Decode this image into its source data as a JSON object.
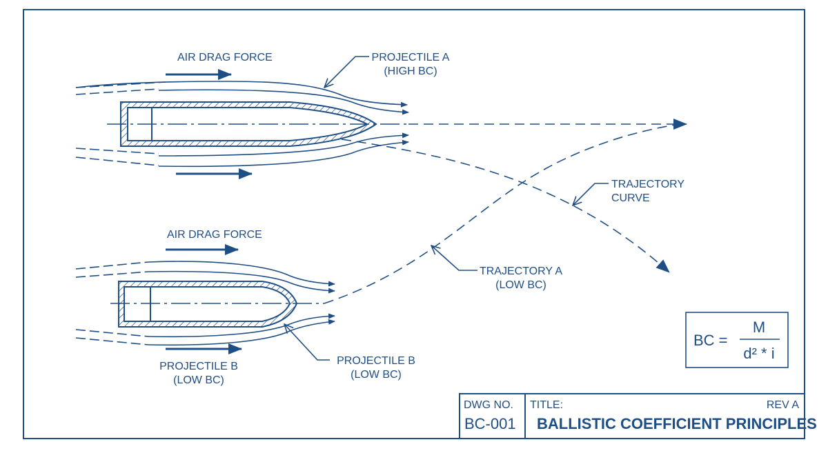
{
  "labels": {
    "air_drag_top": "AIR DRAG FORCE",
    "projectile_a_line1": "PROJECTILE A",
    "projectile_a_line2": "(HIGH BC)",
    "trajectory_curve_line1": "TRAJECTORY",
    "trajectory_curve_line2": "CURVE",
    "air_drag_bottom": "AIR DRAG FORCE",
    "trajectory_a_line1": "TRAJECTORY A",
    "trajectory_a_line2": "(LOW BC)",
    "projectile_b_left_line1": "PROJECTILE B",
    "projectile_b_left_line2": "(LOW BC)",
    "projectile_b_right_line1": "PROJECTILE B",
    "projectile_b_right_line2": "(LOW BC)"
  },
  "formula": {
    "lhs": "BC =",
    "numerator": "M",
    "denominator": "d² * i"
  },
  "title_block": {
    "dwg_no_label": "DWG NO.",
    "dwg_no_value": "BC-001",
    "title_label": "TITLE:",
    "title_value": "BALLISTIC COEFFICIENT PRINCIPLES",
    "rev": "REV A"
  },
  "colors": {
    "ink": "#1f4e84",
    "paper": "#ffffff"
  }
}
